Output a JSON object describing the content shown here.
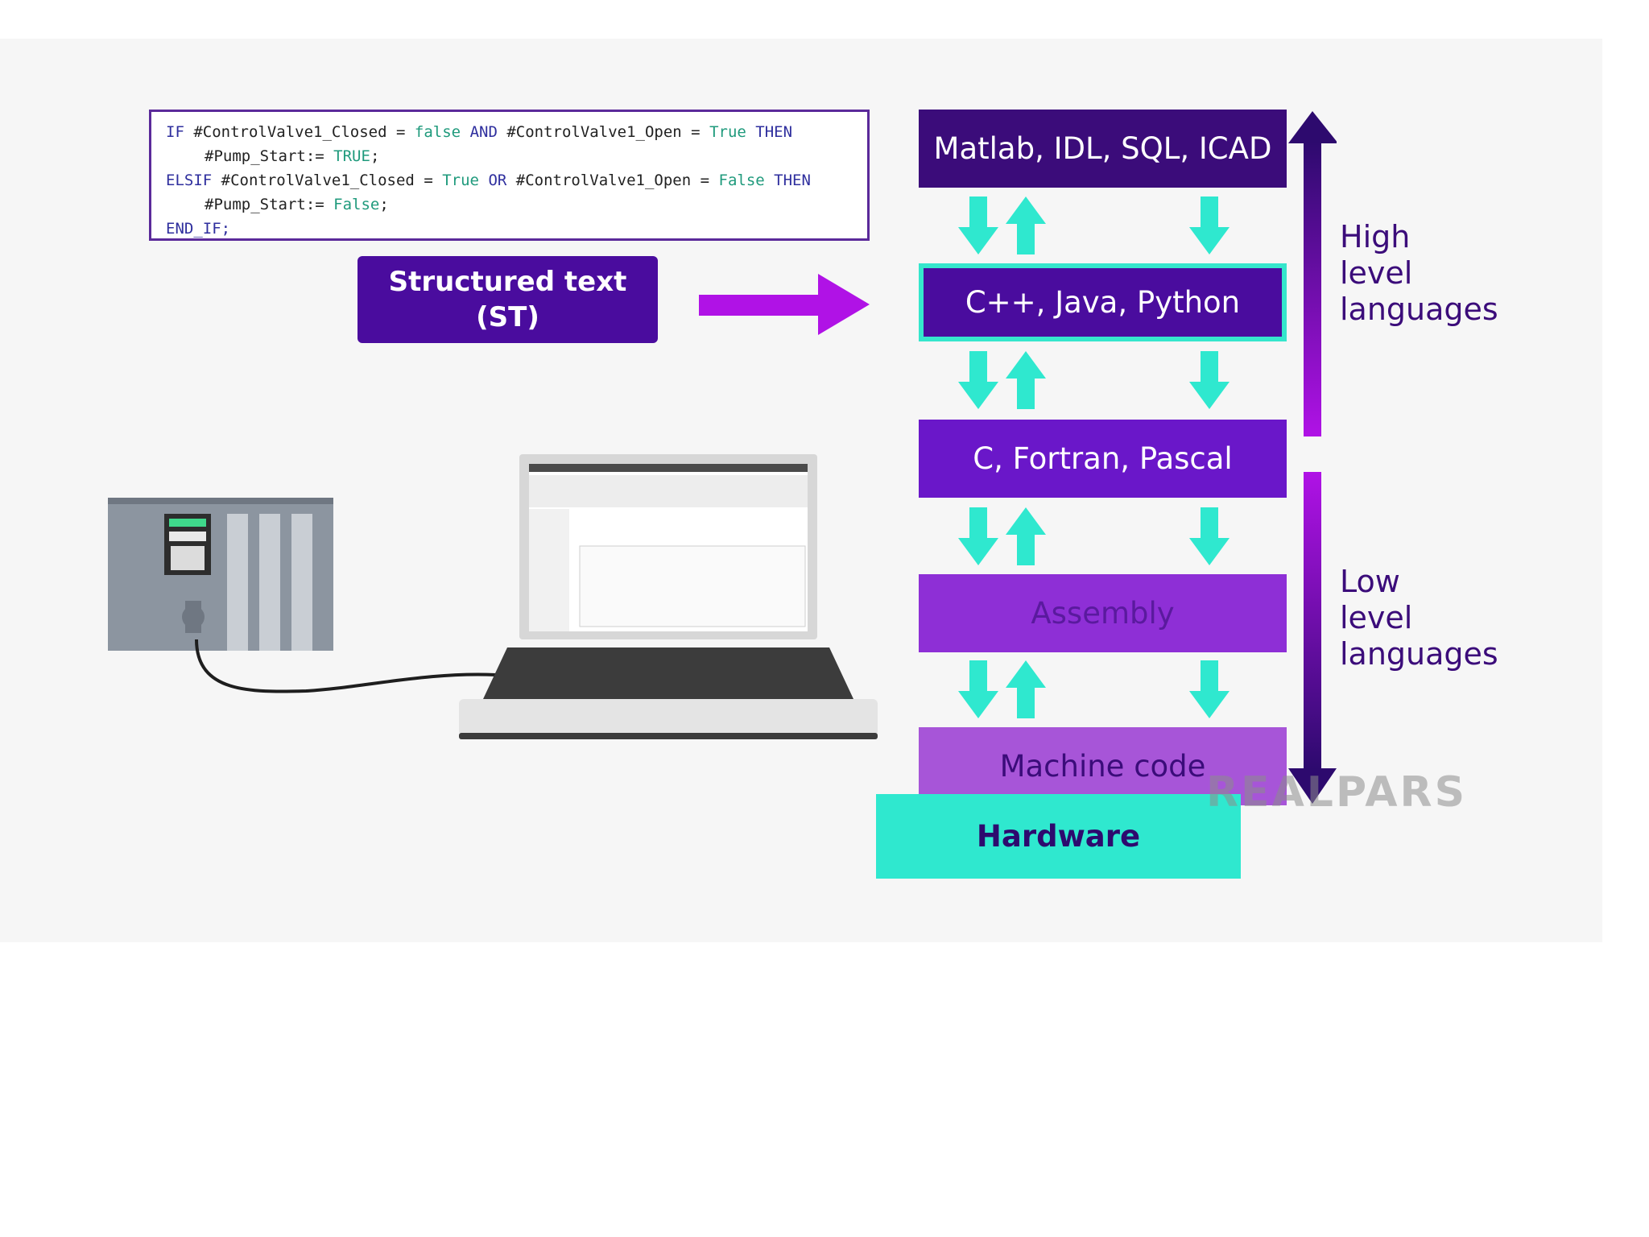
{
  "code": {
    "line1": {
      "kw1": "IF",
      "v1": "#ControlValve1_Closed",
      "eq": "=",
      "lit1": "false",
      "op": "AND",
      "v2": "#ControlValve1_Open",
      "lit2": "True",
      "kw2": "THEN"
    },
    "line2": {
      "v": "#Pump_Start:=",
      "lit": "TRUE",
      "end": ";"
    },
    "line3": {
      "kw1": "ELSIF",
      "v1": "#ControlValve1_Closed",
      "eq": "=",
      "lit1": "True",
      "op": "OR",
      "v2": "#ControlValve1_Open",
      "lit2": "False",
      "kw2": "THEN"
    },
    "line4": {
      "v": "#Pump_Start:=",
      "lit": "False",
      "end": ";"
    },
    "line5": "END_IF;"
  },
  "structured_text": {
    "line1": "Structured text",
    "line2": "(ST)"
  },
  "layers": [
    {
      "label": "Matlab, IDL, SQL, ICAD"
    },
    {
      "label": "C++, Java, Python"
    },
    {
      "label": "C, Fortran, Pascal"
    },
    {
      "label": "Assembly"
    },
    {
      "label": "Machine code"
    }
  ],
  "hardware": {
    "label": "Hardware"
  },
  "high_level": {
    "line1": "High",
    "line2": "level",
    "line3": "languages"
  },
  "low_level": {
    "line1": "Low",
    "line2": "level",
    "line3": "languages"
  },
  "logo": {
    "text": "REALPARS"
  },
  "colors": {
    "dark_purple": "#3b0c7a",
    "purple": "#4a0c9e",
    "teal": "#2fe8cf",
    "magenta_arrow": "#b012e6"
  }
}
